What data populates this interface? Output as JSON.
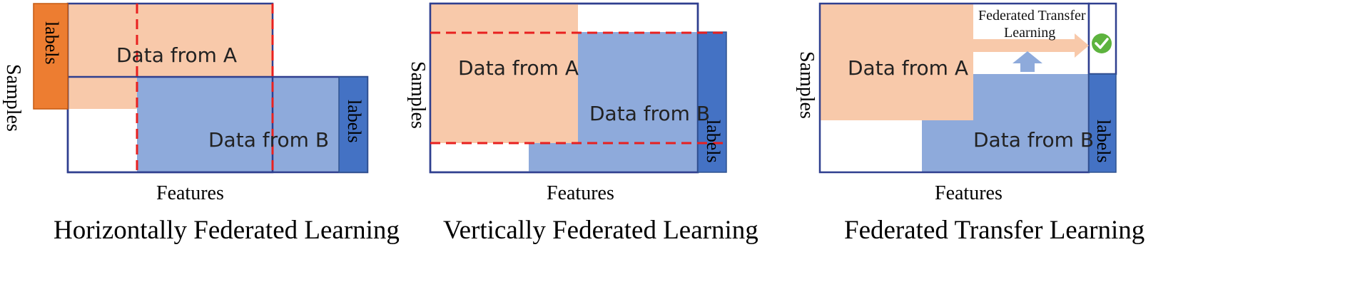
{
  "panels": [
    {
      "caption": "Horizontally Federated Learning",
      "data_a_label": "Data from A",
      "data_b_label": "Data from B",
      "labels_a": "labels",
      "labels_b": "labels",
      "features_label": "Features",
      "samples_label": "Samples"
    },
    {
      "caption": "Vertically Federated Learning",
      "data_a_label": "Data from A",
      "data_b_label": "Data from B",
      "labels_b": "labels",
      "features_label": "Features",
      "samples_label": "Samples"
    },
    {
      "caption": "Federated Transfer Learning",
      "data_a_label": "Data from A",
      "data_b_label": "Data from B",
      "labels_b": "labels",
      "transfer_label_line1": "Federated Transfer",
      "transfer_label_line2": "Learning",
      "features_label": "Features",
      "samples_label": "Samples"
    }
  ],
  "colors": {
    "data_a": "#f8c9aa",
    "data_b": "#8eaadb",
    "labels_a": "#ed7d31",
    "labels_b": "#4472c4",
    "frame": "#2f3f8f",
    "dashed": "#e8201f",
    "check": "#5db33e"
  },
  "icons": {
    "check": "check-circle-icon",
    "up_arrow": "up-arrow-icon",
    "right_arrow": "right-arrow-icon"
  }
}
